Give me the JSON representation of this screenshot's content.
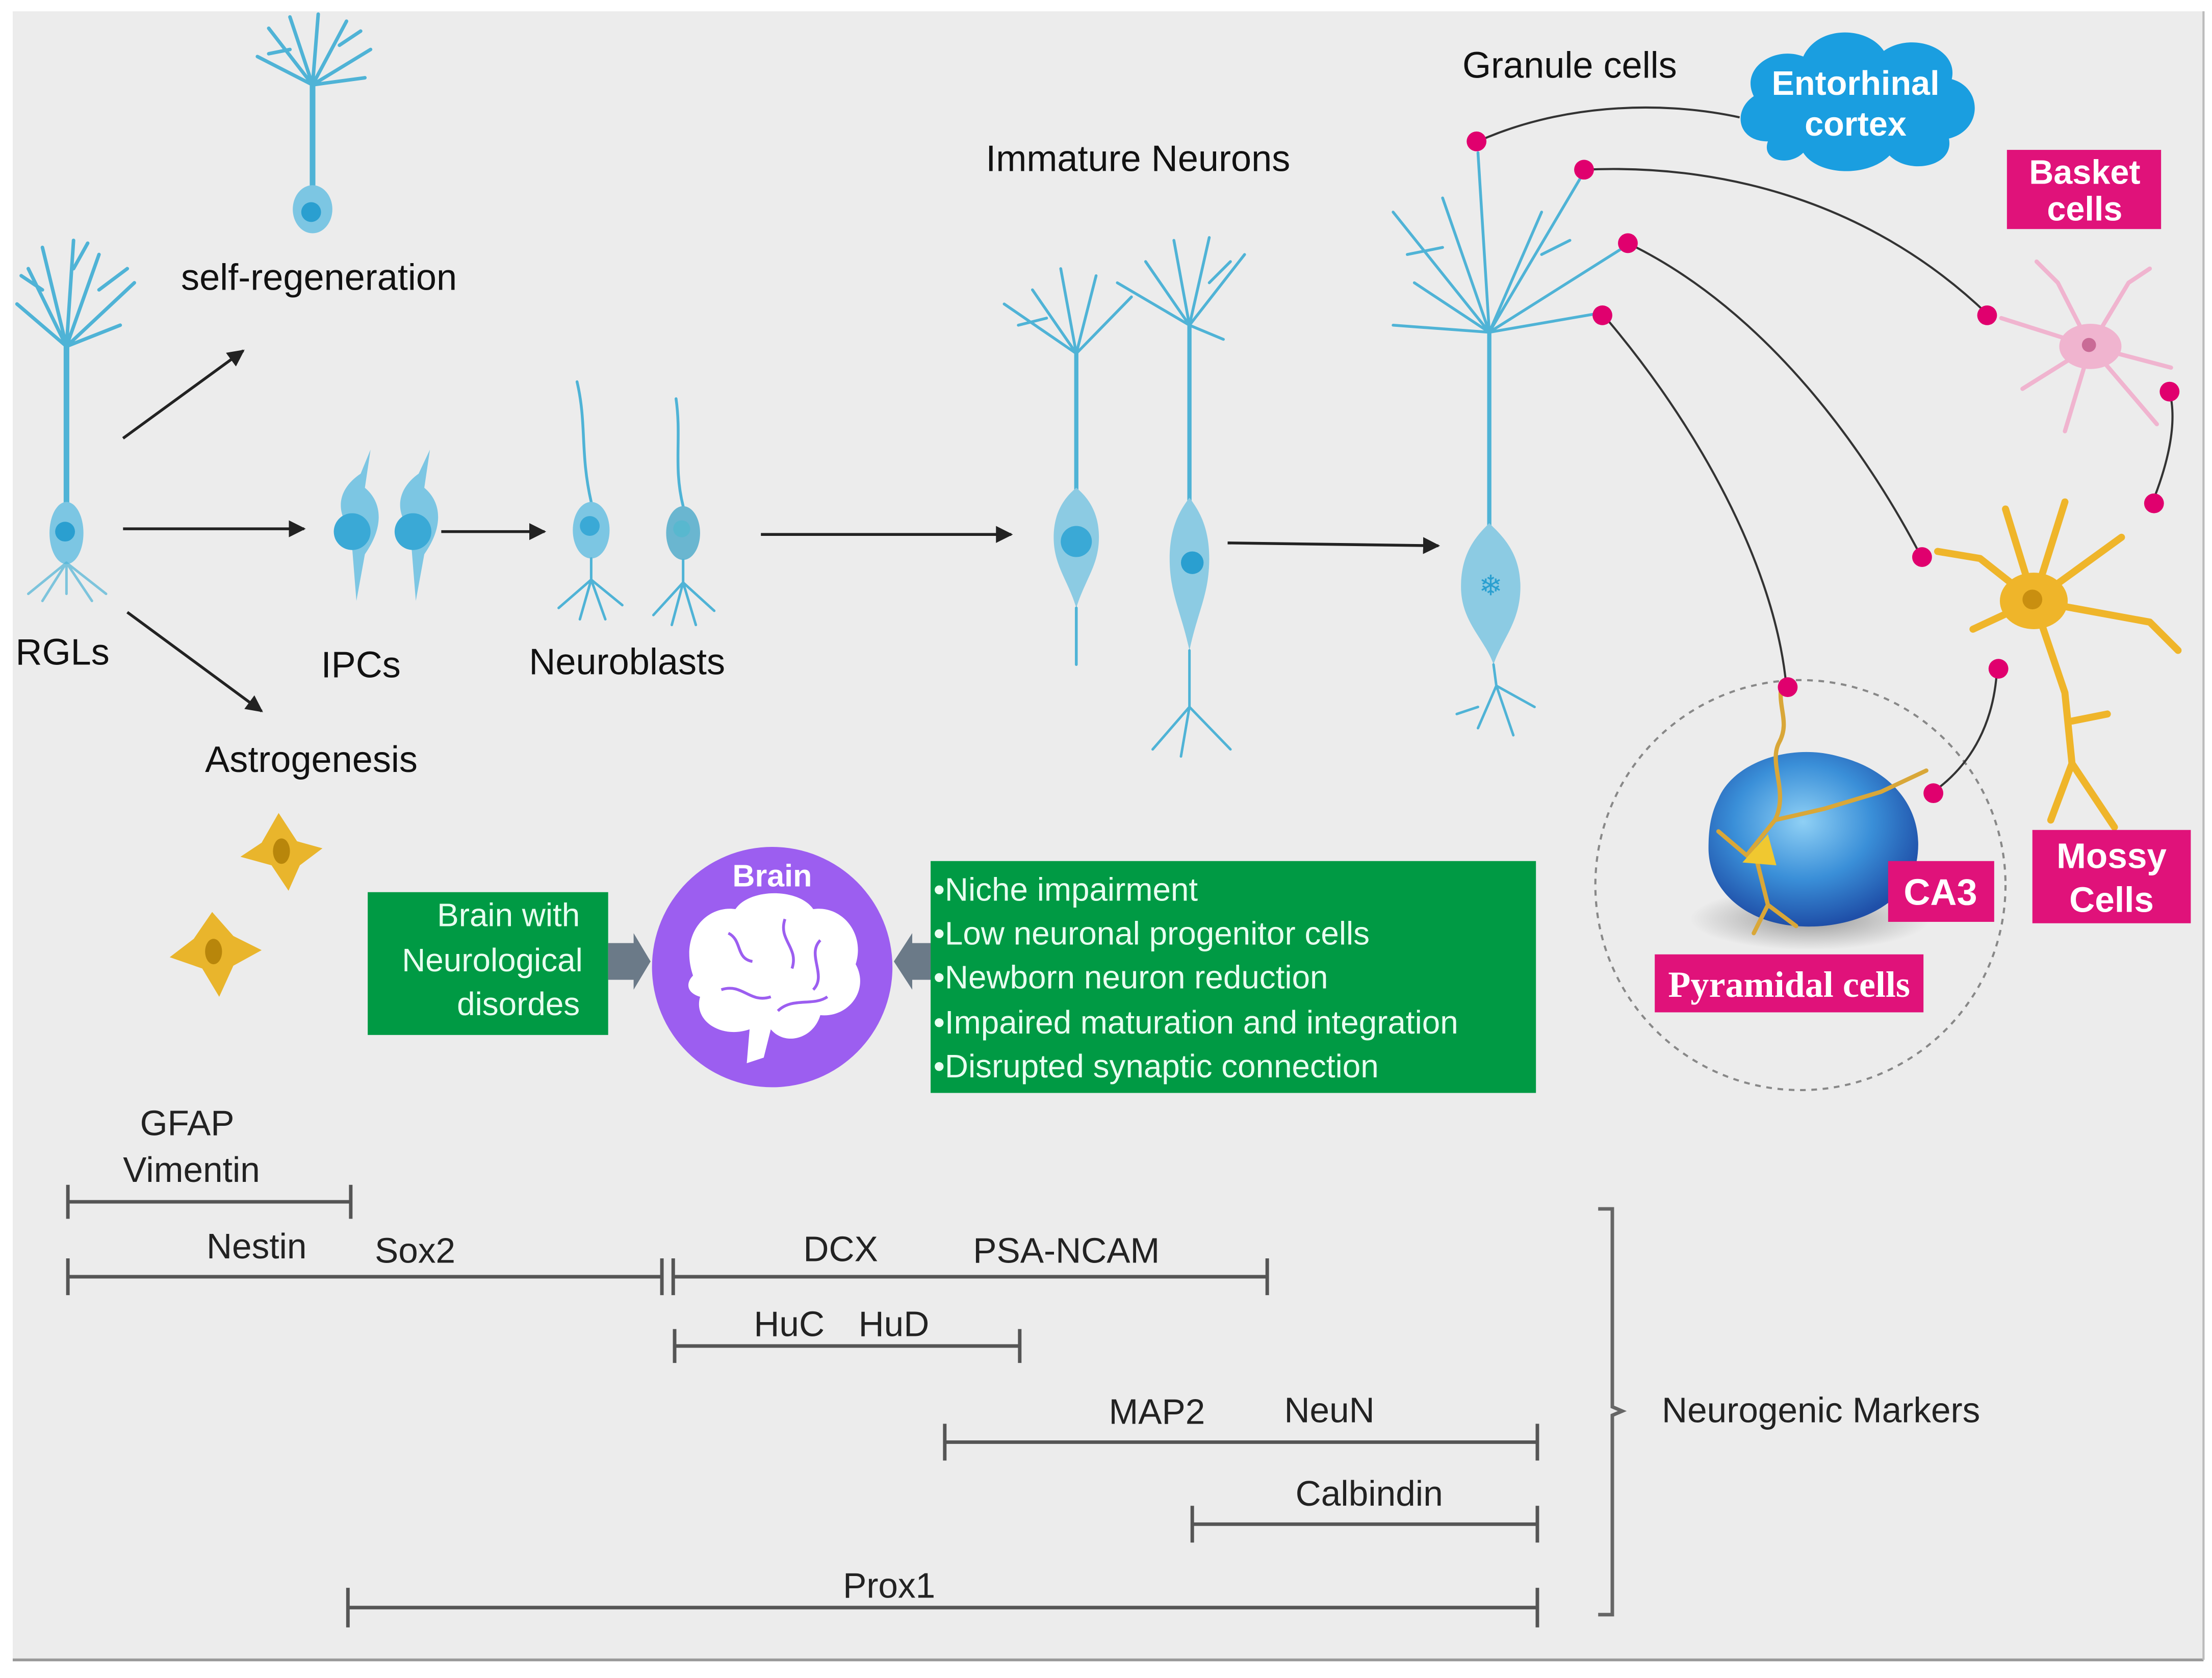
{
  "stages": {
    "rgls": "RGLs",
    "self_regeneration": "self-regeneration",
    "astrogenesis": "Astrogenesis",
    "ipcs": "IPCs",
    "neuroblasts": "Neuroblasts",
    "immature_neurons": "Immature Neurons",
    "granule_cells": "Granule cells"
  },
  "circuit": {
    "entorhinal_cortex": [
      "Entorhinal",
      "cortex"
    ],
    "basket_cells": [
      "Basket",
      "cells"
    ],
    "mossy_cells": [
      "Mossy",
      "Cells"
    ],
    "ca3": "CA3",
    "pyramidal_cells": "Pyramidal cells"
  },
  "disease_panel": {
    "left_box": [
      "Brain with",
      "Neurological",
      "disordes"
    ],
    "brain_icon_label": "Brain",
    "right_box_items": [
      "•Niche impairment",
      "•Low neuronal progenitor cells",
      "•Newborn neuron reduction",
      "•Impaired maturation and integration",
      "•Disrupted synaptic connection"
    ]
  },
  "markers": {
    "group_label": "Neurogenic Markers",
    "rows": [
      {
        "labels": [
          "GFAP",
          "Vimentin"
        ],
        "span": "RGLs"
      },
      {
        "labels": [
          "Nestin",
          "Sox2"
        ],
        "span": "RGLs–Neuroblasts"
      },
      {
        "labels": [
          "DCX",
          "PSA-NCAM"
        ],
        "span": "Neuroblasts–Immature Neurons"
      },
      {
        "labels": [
          "HuC",
          "HuD"
        ],
        "span": "Neuroblasts–Immature Neurons"
      },
      {
        "labels": [
          "MAP2",
          "NeuN"
        ],
        "span": "Immature Neurons–Granule cells"
      },
      {
        "labels": [
          "Calbindin"
        ],
        "span": "Granule cells"
      },
      {
        "labels": [
          "Prox1"
        ],
        "span": "IPCs–Granule cells"
      }
    ]
  },
  "colors": {
    "background": "#ececec",
    "neuron_blue": "#4fb3d6",
    "synapse_magenta": "#e0006e",
    "label_magenta": "#e0127a",
    "cloud_blue": "#1a9ee0",
    "green_box": "#009a44",
    "brain_purple": "#9c5ef0",
    "mossy_gold": "#efb52a",
    "basket_pink": "#f0b4cf"
  }
}
